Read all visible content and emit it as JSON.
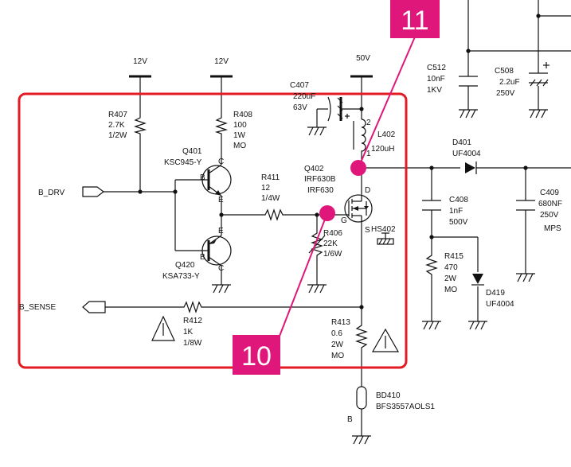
{
  "supplies": {
    "v1": "12V",
    "v2": "12V",
    "v3": "50V"
  },
  "ports": {
    "b_drv": "B_DRV",
    "b_sense": "B_SENSE"
  },
  "components": {
    "r407": {
      "ref": "R407",
      "value": "2.7K",
      "rating": "1/2W"
    },
    "r408": {
      "ref": "R408",
      "value": "100",
      "rating": "1W",
      "type": "MO"
    },
    "q401": {
      "ref": "Q401",
      "part": "KSC945-Y"
    },
    "q420": {
      "ref": "Q420",
      "part": "KSA733-Y"
    },
    "r411": {
      "ref": "R411",
      "value": "12",
      "rating": "1/4W"
    },
    "q402": {
      "ref": "Q402",
      "part1": "IRF630B",
      "part2": "IRF630"
    },
    "r406": {
      "ref": "R406",
      "value": "22K",
      "rating": "1/6W"
    },
    "c407": {
      "ref": "C407",
      "value": "220uF",
      "rating": "63V"
    },
    "l402": {
      "ref": "L402",
      "value": "120uH"
    },
    "r412": {
      "ref": "R412",
      "value": "1K",
      "rating": "1/8W"
    },
    "r413": {
      "ref": "R413",
      "value": "0.6",
      "rating": "2W",
      "type": "MO"
    },
    "hs402": {
      "ref": "HS402"
    },
    "bd410": {
      "ref": "BD410",
      "part": "BFS3557AOLS1"
    },
    "c512": {
      "ref": "C512",
      "value": "10nF",
      "rating": "1KV"
    },
    "c508": {
      "ref": "C508",
      "value": "2.2uF",
      "rating": "250V"
    },
    "d401": {
      "ref": "D401",
      "part": "UF4004"
    },
    "c408": {
      "ref": "C408",
      "value": "1nF",
      "rating": "500V"
    },
    "c409": {
      "ref": "C409",
      "value": "680NF",
      "rating": "250V",
      "type": "MPS"
    },
    "r415": {
      "ref": "R415",
      "value": "470",
      "rating": "2W",
      "type": "MO"
    },
    "d419": {
      "ref": "D419",
      "part": "UF4004"
    }
  },
  "pins": {
    "b": "B",
    "c": "C",
    "e": "E",
    "d": "D",
    "g": "G",
    "s": "S",
    "l2": "2",
    "l1": "1",
    "bd_b": "B"
  },
  "markers": {
    "tag10": "10",
    "tag11": "11"
  },
  "colors": {
    "highlight_box": "#e31b23",
    "marker": "#e0177a",
    "line": "#111111"
  }
}
